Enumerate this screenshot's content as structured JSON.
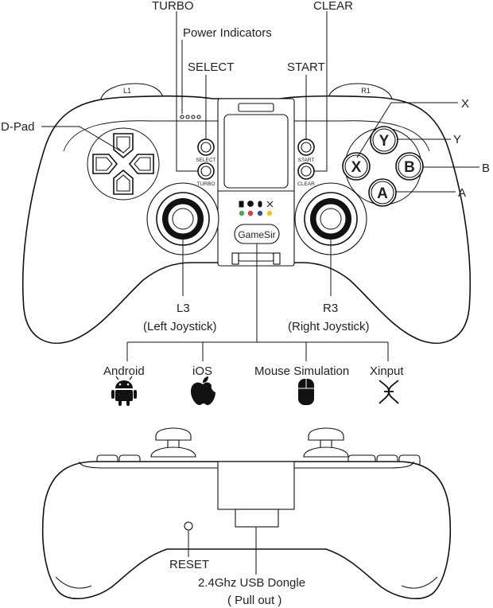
{
  "labels": {
    "turbo": "TURBO",
    "clear": "CLEAR",
    "power_indicators": "Power Indicators",
    "select": "SELECT",
    "start": "START",
    "dpad": "D-Pad",
    "x": "X",
    "y": "Y",
    "b": "B",
    "a": "A",
    "l3_line1": "L3",
    "l3_line2": "(Left Joystick)",
    "r3_line1": "R3",
    "r3_line2": "(Right Joystick)",
    "android": "Android",
    "ios": "iOS",
    "mouse": "Mouse Simulation",
    "xinput": "Xinput",
    "reset": "RESET",
    "dongle_line1": "2.4Ghz USB Dongle",
    "dongle_line2": "( Pull out )"
  },
  "device": {
    "small_select": "SELECT",
    "small_turbo": "TURBO",
    "small_start": "START",
    "small_clear": "CLEAR",
    "brand": "GameSir",
    "btn_x": "X",
    "btn_y": "Y",
    "btn_b": "B",
    "btn_a": "A",
    "bumper_l": "L1",
    "bumper_r": "R1"
  },
  "colors": {
    "led_android": "#3fae49",
    "led_ios": "#e53935",
    "led_mouse": "#3949ab",
    "led_xinput": "#f2c314"
  },
  "icons": [
    "android-icon",
    "apple-icon",
    "mouse-icon",
    "xinput-icon"
  ]
}
